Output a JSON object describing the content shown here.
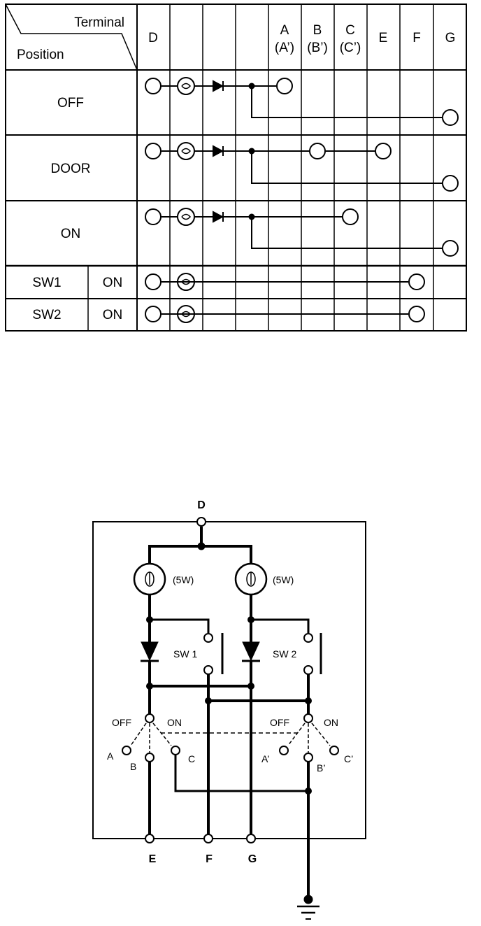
{
  "table": {
    "corner_top": "Terminal",
    "corner_bottom": "Position",
    "columns": [
      {
        "id": "D",
        "line1": "D",
        "line2": ""
      },
      {
        "id": "bulb",
        "line1": "",
        "line2": ""
      },
      {
        "id": "diode",
        "line1": "",
        "line2": ""
      },
      {
        "id": "junction",
        "line1": "",
        "line2": ""
      },
      {
        "id": "A",
        "line1": "A",
        "line2": "(A’)"
      },
      {
        "id": "B",
        "line1": "B",
        "line2": "(B’)"
      },
      {
        "id": "C",
        "line1": "C",
        "line2": "(C’)"
      },
      {
        "id": "E",
        "line1": "E",
        "line2": ""
      },
      {
        "id": "F",
        "line1": "F",
        "line2": ""
      },
      {
        "id": "G",
        "line1": "G",
        "line2": ""
      }
    ],
    "rows": [
      {
        "label": "OFF",
        "sub": "",
        "connects": [
          "D",
          "A"
        ],
        "second": "G"
      },
      {
        "label": "DOOR",
        "sub": "",
        "connects": [
          "D",
          "B",
          "E"
        ],
        "second": "G"
      },
      {
        "label": "ON",
        "sub": "",
        "connects": [
          "D",
          "C"
        ],
        "second": "G"
      },
      {
        "label": "SW1",
        "sub": "ON",
        "connects": [
          "D",
          "F"
        ],
        "second": ""
      },
      {
        "label": "SW2",
        "sub": "ON",
        "connects": [
          "D",
          "F"
        ],
        "second": ""
      }
    ]
  },
  "schematic": {
    "top_terminal": "D",
    "bulb_left_rating": "(5W)",
    "bulb_right_rating": "(5W)",
    "switch1_label": "SW 1",
    "switch2_label": "SW 2",
    "left_selector": {
      "off": "OFF",
      "on": "ON",
      "a": "A",
      "b": "B",
      "c": "C"
    },
    "right_selector": {
      "off": "OFF",
      "on": "ON",
      "a": "A’",
      "b": "B’",
      "c": "C’"
    },
    "bottom_terminals": [
      "E",
      "F",
      "G"
    ],
    "ground_symbol": "ground"
  }
}
